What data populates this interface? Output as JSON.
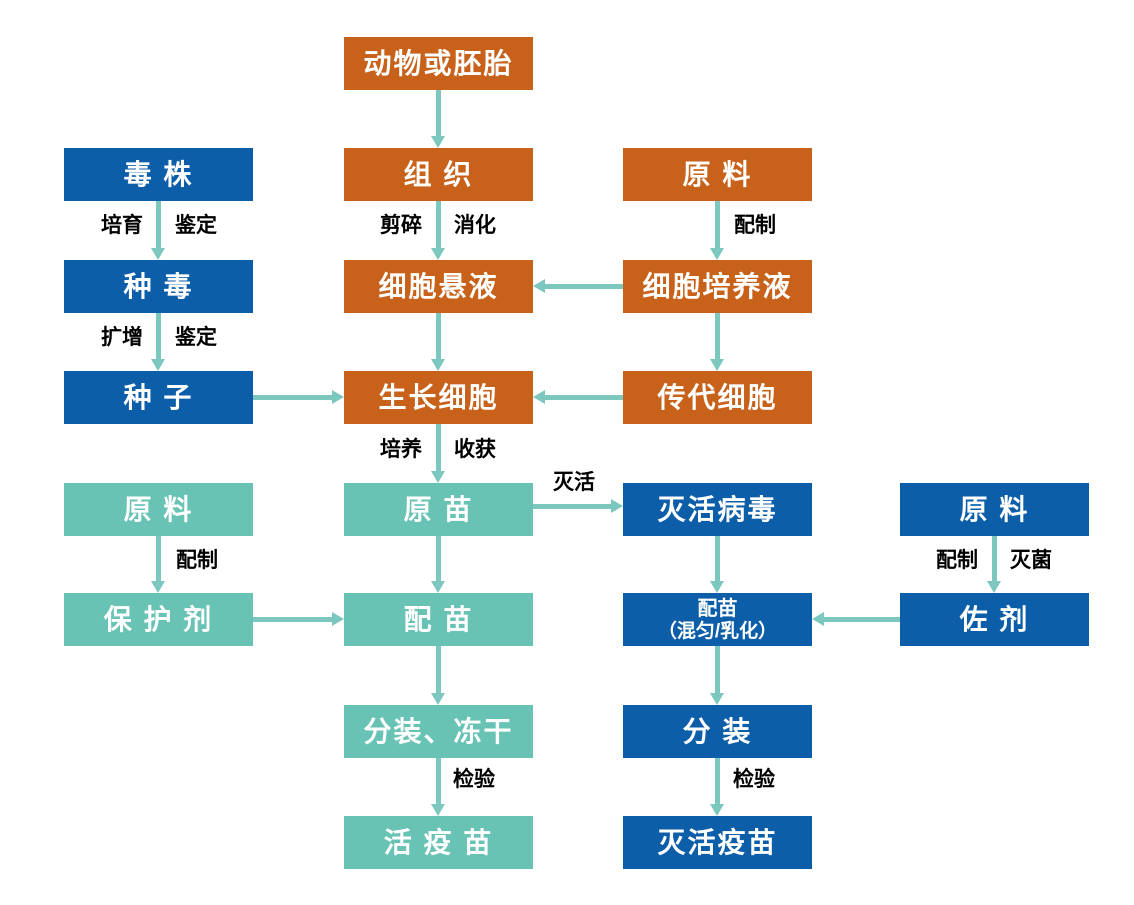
{
  "diagram": {
    "nodes": {
      "animal_or_embryo": "动物或胚胎",
      "virus_strain": "毒 株",
      "tissue": "组 织",
      "raw_material_medium": "原 料",
      "seed_virus": "种 毒",
      "cell_suspension": "细胞悬液",
      "cell_culture_medium": "细胞培养液",
      "seed": "种 子",
      "growing_cells": "生长细胞",
      "passage_cells": "传代细胞",
      "raw_material_protectant": "原 料",
      "original_vaccine": "原 苗",
      "inactivated_virus": "灭活病毒",
      "raw_material_adjuvant": "原 料",
      "protectant": "保 护 剂",
      "blend_vaccine": "配 苗",
      "blend_vaccine_inactivated_line1": "配苗",
      "blend_vaccine_inactivated_line2": "（混匀/乳化）",
      "adjuvant": "佐 剂",
      "fill_freeze_dry": "分装、冻干",
      "fill": "分 装",
      "live_vaccine": "活 疫 苗",
      "inactivated_vaccine": "灭活疫苗"
    },
    "edge_labels": {
      "cultivate": "培育",
      "identify_1": "鉴定",
      "shred": "剪碎",
      "digest": "消化",
      "prepare_medium": "配制",
      "amplify": "扩增",
      "identify_2": "鉴定",
      "culture": "培养",
      "harvest": "收获",
      "inactivate": "灭活",
      "prepare_protectant": "配制",
      "prepare_adjuvant": "配制",
      "sterilize": "灭菌",
      "inspect_live": "检验",
      "inspect_inactivated": "检验"
    },
    "colors": {
      "orange": "#C8611A",
      "blue": "#0D5EA8",
      "teal": "#69C3B5",
      "arrow": "#7CC7BE",
      "box_text": "#FFFFFF",
      "label_text": "#000000",
      "background": "#FFFFFF"
    }
  }
}
